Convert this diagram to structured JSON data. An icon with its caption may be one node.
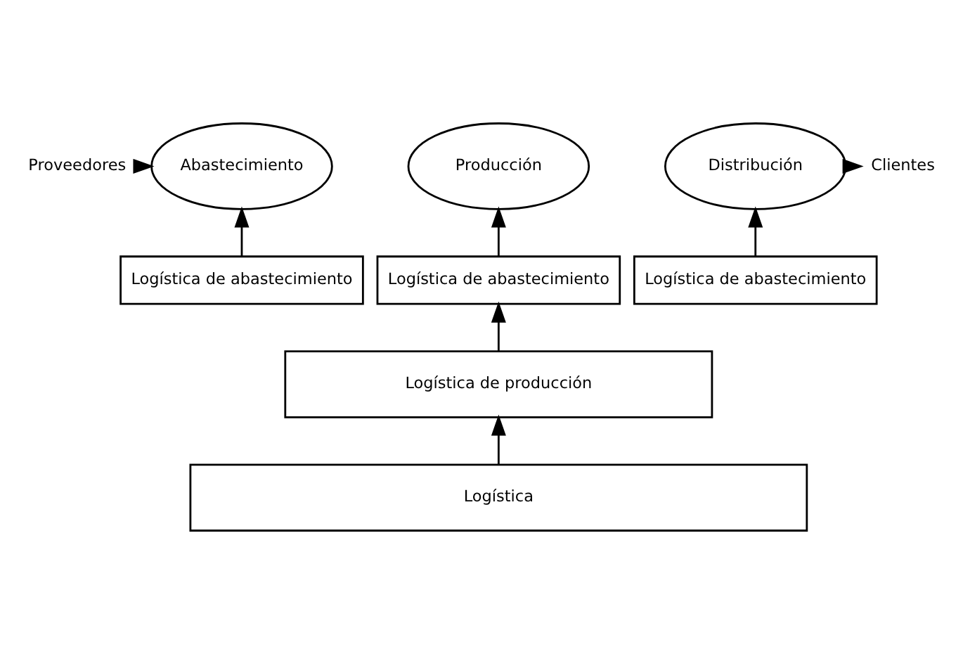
{
  "diagram": {
    "nodes": [
      {
        "text": [
          "Proveedores"
        ]
      },
      {
        "text": [
          "Abastecimiento"
        ]
      },
      {
        "text": [
          "Producción"
        ]
      },
      {
        "text": [
          "Distribución"
        ]
      },
      {
        "text": [
          "Clientes"
        ]
      },
      {
        "text": [
          "Logística de abastecimiento"
        ]
      },
      {
        "text": [
          "Logística de abastecimiento"
        ]
      },
      {
        "text": [
          "Logística de abastecimiento"
        ]
      },
      {
        "text": [
          "Logística de producción"
        ]
      },
      {
        "text": [
          "Logística"
        ]
      }
    ],
    "edges": [
      {
        "from": 0,
        "to": 1,
        "arrow": "to"
      },
      {
        "from": 3,
        "to": 4,
        "arrow": "to"
      },
      {
        "from": 5,
        "to": 1,
        "arrow": "to"
      },
      {
        "from": 6,
        "to": 2,
        "arrow": "to"
      },
      {
        "from": 7,
        "to": 3,
        "arrow": "to"
      },
      {
        "from": 8,
        "to": 6,
        "arrow": "to"
      },
      {
        "from": 9,
        "to": 8,
        "arrow": "to"
      }
    ]
  }
}
